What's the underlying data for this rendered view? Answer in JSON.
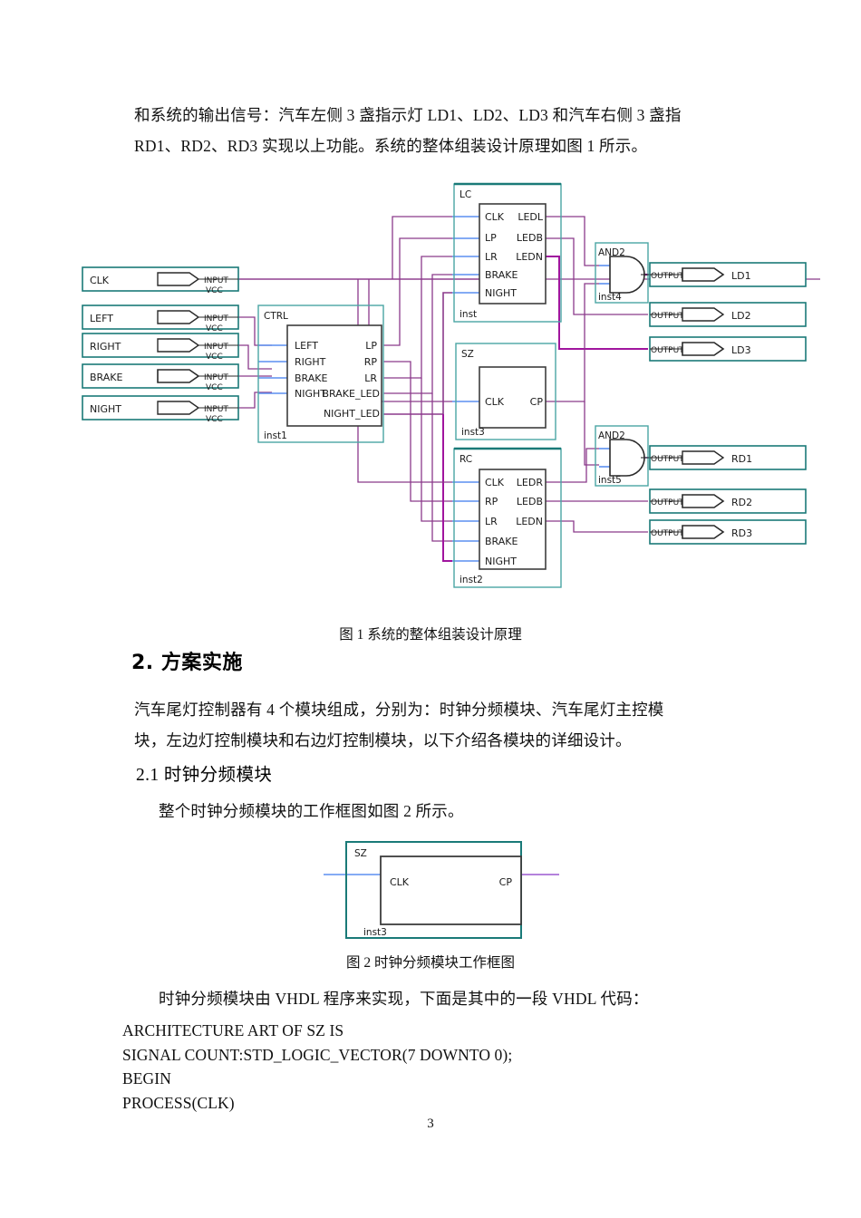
{
  "document": {
    "page_number": "3",
    "paragraphs": [
      {
        "id": "p1",
        "text": "和系统的输出信号：汽车左侧 3 盏指示灯 LD1、LD2、LD3 和汽车右侧 3 盏指\nRD1、RD2、RD3 实现以上功能。系统的整体组装设计原理如图 1 所示。"
      },
      {
        "id": "p2",
        "text": "汽车尾灯控制器有 4 个模块组成，分别为：时钟分频模块、汽车尾灯主控模\n块，左边灯控制模块和右边灯控制模块，以下介绍各模块的详细设计。"
      },
      {
        "id": "p3",
        "text": "整个时钟分频模块的工作框图如图 2 所示。"
      },
      {
        "id": "p4",
        "text": "时钟分频模块由 VHDL 程序来实现，下面是其中的一段 VHDL 代码："
      }
    ],
    "headings": {
      "section2": "2. 方案实施",
      "section2_1": "2.1 时钟分频模块"
    },
    "captions": {
      "figure1": "图 1  系统的整体组装设计原理",
      "figure2": "图 2 时钟分频模块工作框图"
    },
    "code_block": {
      "lines": [
        "ARCHITECTURE ART OF SZ IS",
        "SIGNAL COUNT:STD_LOGIC_VECTOR(7 DOWNTO 0);",
        "BEGIN",
        "PROCESS(CLK)"
      ],
      "text": "ARCHITECTURE ART OF SZ IS\nSIGNAL COUNT:STD_LOGIC_VECTOR(7 DOWNTO 0);\nBEGIN\nPROCESS(CLK)"
    }
  },
  "colors": {
    "frame_teal": "#1a7a78",
    "frame_teal_light": "#4aa6a4",
    "wire_purple": "#8b3a8b",
    "wire_magenta": "#a0159e",
    "wire_blue": "#5b8ff0",
    "wire_violet": "#9b59d0",
    "block_outline": "#3d3d3d",
    "text": "#1a1a1a"
  },
  "figure1": {
    "title": "系统的整体组装设计原理",
    "inputs": [
      {
        "name": "CLK",
        "pin_type": "INPUT",
        "power": "VCC"
      },
      {
        "name": "LEFT",
        "pin_type": "INPUT",
        "power": "VCC"
      },
      {
        "name": "RIGHT",
        "pin_type": "INPUT",
        "power": "VCC"
      },
      {
        "name": "BRAKE",
        "pin_type": "INPUT",
        "power": "VCC"
      },
      {
        "name": "NIGHT",
        "pin_type": "INPUT",
        "power": "VCC"
      }
    ],
    "outputs": [
      {
        "name": "LD1",
        "pin_type": "OUTPUT"
      },
      {
        "name": "LD2",
        "pin_type": "OUTPUT"
      },
      {
        "name": "LD3",
        "pin_type": "OUTPUT"
      },
      {
        "name": "RD1",
        "pin_type": "OUTPUT"
      },
      {
        "name": "RD2",
        "pin_type": "OUTPUT"
      },
      {
        "name": "RD3",
        "pin_type": "OUTPUT"
      }
    ],
    "blocks": [
      {
        "type": "CTRL",
        "instance": "inst1",
        "inputs": [
          "LEFT",
          "RIGHT",
          "BRAKE",
          "NIGHT"
        ],
        "outputs": [
          "LP",
          "RP",
          "LR",
          "BRAKE_LED",
          "NIGHT_LED"
        ]
      },
      {
        "type": "LC",
        "instance": "inst",
        "inputs": [
          "CLK",
          "LP",
          "LR",
          "BRAKE",
          "NIGHT"
        ],
        "outputs": [
          "LEDL",
          "LEDB",
          "LEDN"
        ]
      },
      {
        "type": "SZ",
        "instance": "inst3",
        "inputs": [
          "CLK"
        ],
        "outputs": [
          "CP"
        ]
      },
      {
        "type": "RC",
        "instance": "inst2",
        "inputs": [
          "CLK",
          "RP",
          "LR",
          "BRAKE",
          "NIGHT"
        ],
        "outputs": [
          "LEDR",
          "LEDB",
          "LEDN"
        ]
      },
      {
        "type": "AND2",
        "instance": "inst4",
        "inputs": [],
        "outputs": []
      },
      {
        "type": "AND2",
        "instance": "inst5",
        "inputs": [],
        "outputs": []
      }
    ]
  },
  "figure2": {
    "title": "时钟分频模块工作框图",
    "block": {
      "type": "SZ",
      "instance": "inst3",
      "inputs": [
        "CLK"
      ],
      "outputs": [
        "CP"
      ]
    }
  }
}
